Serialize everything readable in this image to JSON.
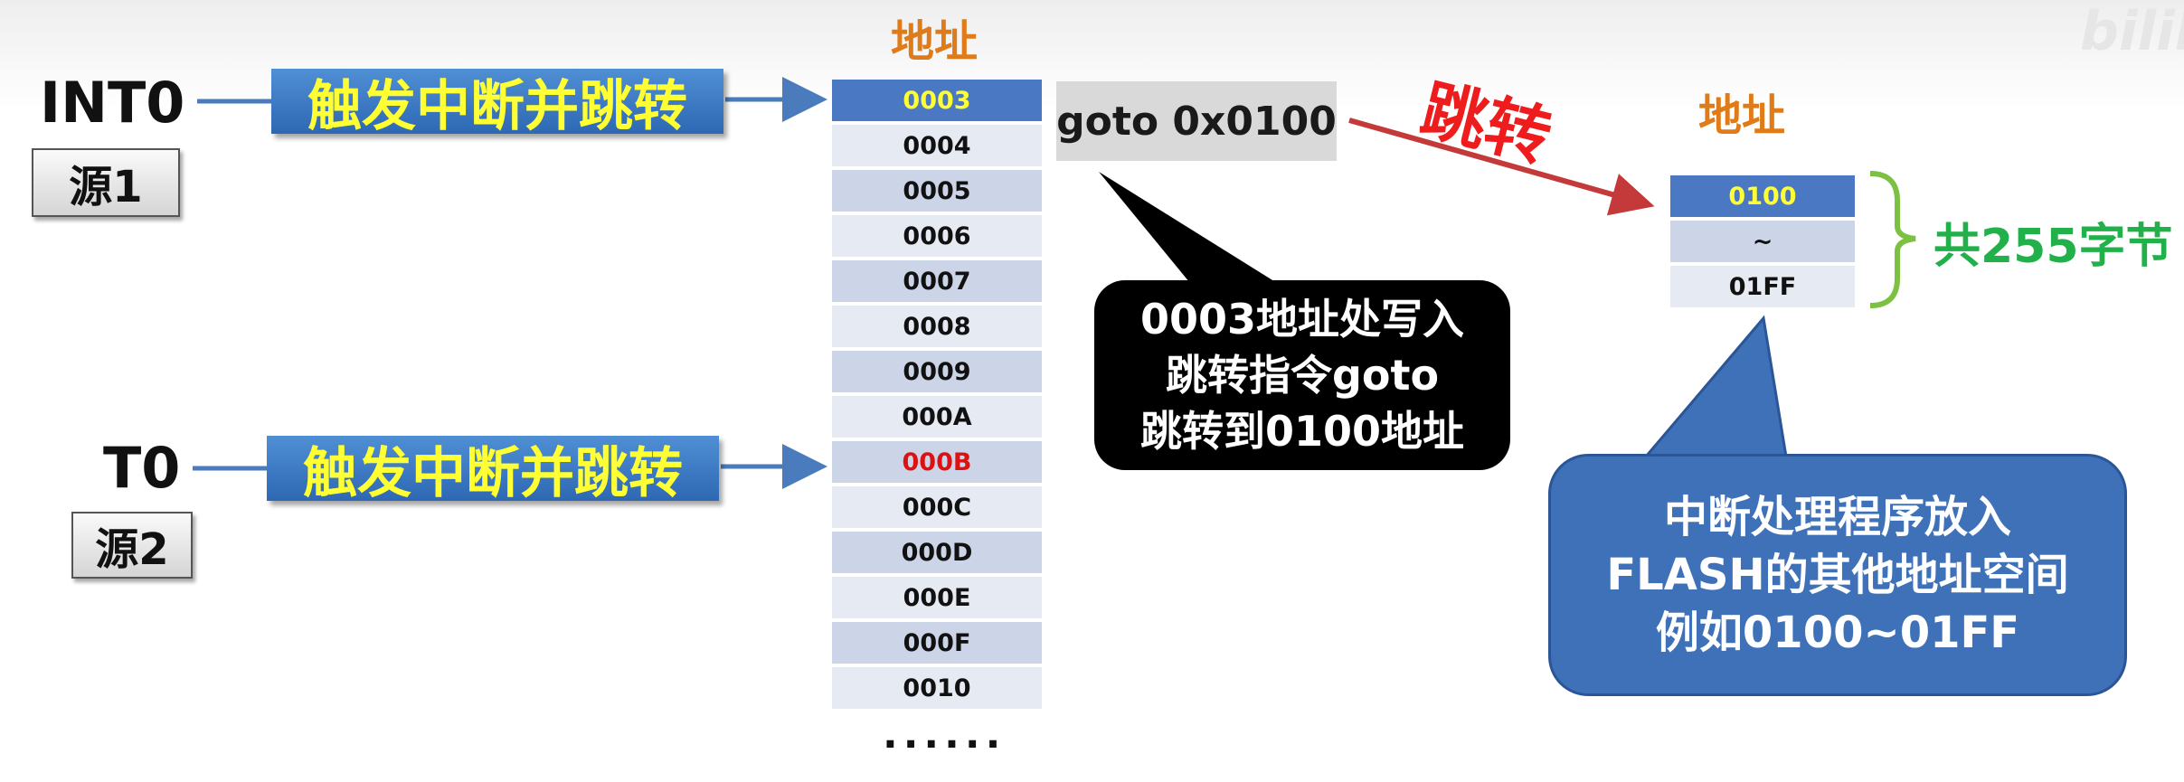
{
  "interrupt_sources": [
    {
      "name": "INT0",
      "source_label": "源1",
      "trigger_label": "触发中断并跳转"
    },
    {
      "name": "T0",
      "source_label": "源2",
      "trigger_label": "触发中断并跳转"
    }
  ],
  "vector_table": {
    "header": "地址",
    "cells": [
      "0003",
      "0004",
      "0005",
      "0006",
      "0007",
      "0008",
      "0009",
      "000A",
      "000B",
      "000C",
      "000D",
      "000E",
      "000F",
      "0010"
    ],
    "ellipsis": "······"
  },
  "goto_instruction": "goto 0x0100",
  "jump_label": "跳转",
  "callout_black": {
    "lines": [
      "0003地址处写入",
      "跳转指令goto",
      "跳转到0100地址"
    ]
  },
  "handler_table": {
    "header": "地址",
    "cells": [
      "0100",
      "~",
      "01FF"
    ],
    "size_label": "共255字节"
  },
  "callout_blue": {
    "lines": [
      "中断处理程序放入",
      "FLASH的其他地址空间",
      "例如0100~01FF"
    ]
  },
  "watermark": {
    "text": "bilibili"
  },
  "colors": {
    "trigger_fill": "#2e68b4",
    "trigger_text": "#ffff33",
    "address_header": "#e07b1a",
    "jump_arrow": "#c43a3a",
    "bytes_label": "#22b04a",
    "active_cell": "#4a78c2",
    "highlight_cell_text": "#dd1111"
  }
}
